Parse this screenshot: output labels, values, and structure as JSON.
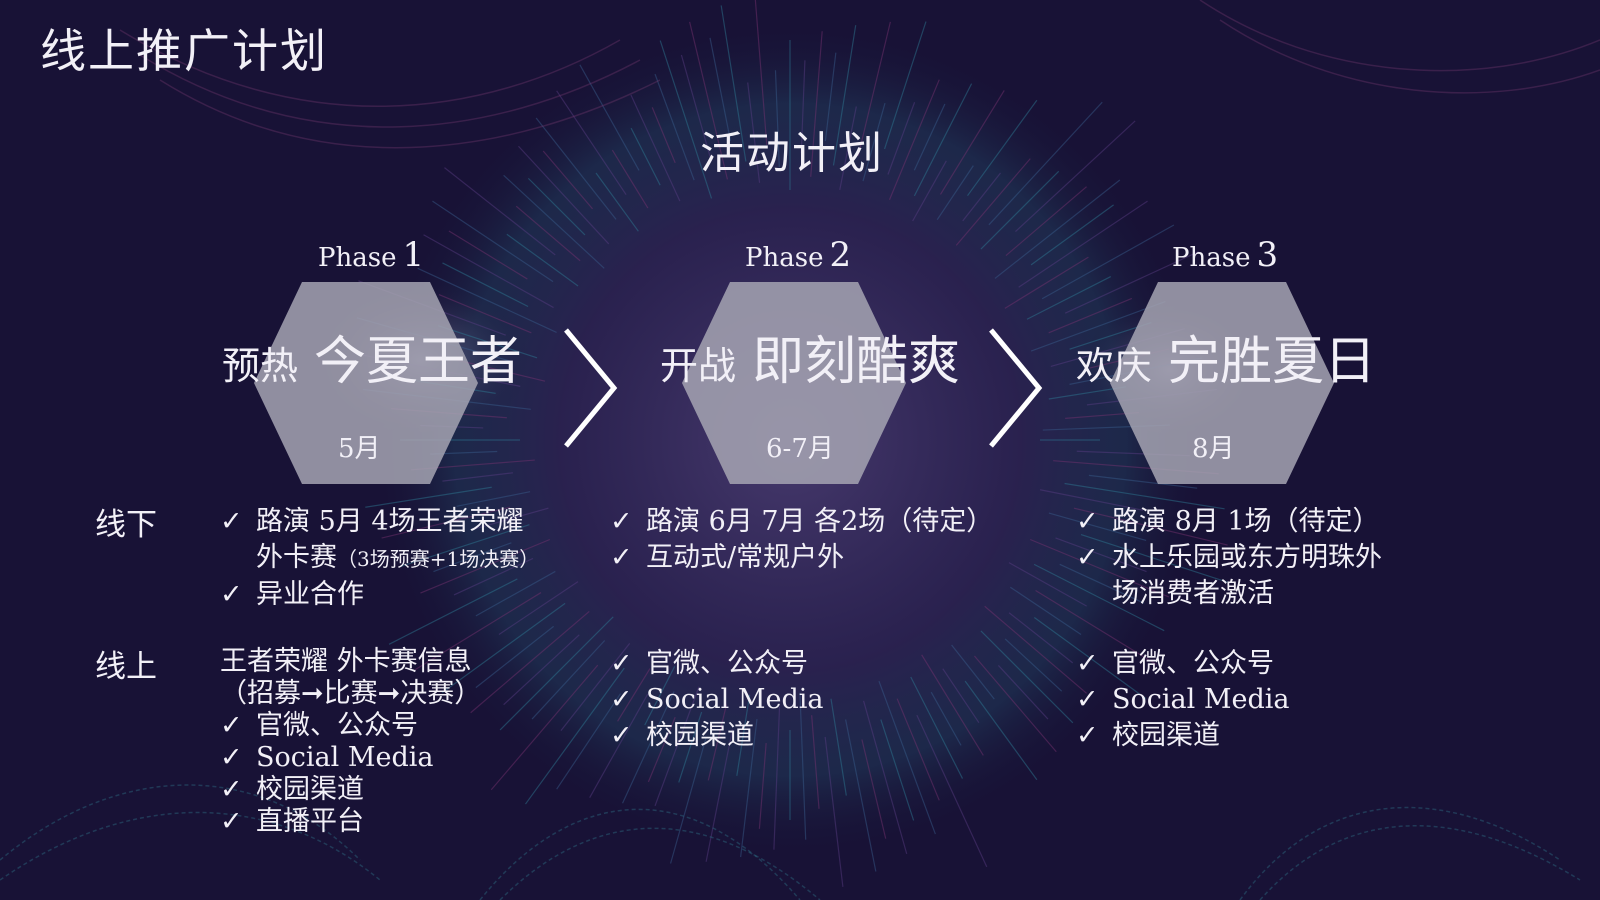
{
  "slide_title": "线上推广计划",
  "section_title": "活动计划",
  "check_glyph": "✓",
  "phases": [
    {
      "phase_word": "Phase",
      "phase_num": "1",
      "stage_small": "预热",
      "stage_big": "今夏王者",
      "month": "5月"
    },
    {
      "phase_word": "Phase",
      "phase_num": "2",
      "stage_small": "开战",
      "stage_big": "即刻酷爽",
      "month": "6-7月"
    },
    {
      "phase_word": "Phase",
      "phase_num": "3",
      "stage_small": "欢庆",
      "stage_big": "完胜夏日",
      "month": "8月"
    }
  ],
  "row_labels": {
    "offline": "线下",
    "online": "线上"
  },
  "offline": {
    "p1": {
      "item1_line1": "路演 5月 4场王者荣耀",
      "item1_line2": "外卡赛",
      "item1_note": "（3场预赛+1场决赛）",
      "item2": "异业合作"
    },
    "p2": {
      "item1": "路演 6月 7月 各2场（待定）",
      "item2": "互动式/常规户外"
    },
    "p3": {
      "item1": "路演 8月 1场（待定）",
      "item2_line1": "水上乐园或东方明珠外",
      "item2_line2": "场消费者激活"
    }
  },
  "online": {
    "p1": {
      "intro_line1": "王者荣耀 外卡赛信息",
      "intro_line2": "（招募➞比赛➞决赛）",
      "items": [
        "官微、公众号",
        "Social Media",
        "校园渠道",
        "直播平台"
      ]
    },
    "p2": {
      "items": [
        "官微、公众号",
        "Social Media",
        "校园渠道"
      ]
    },
    "p3": {
      "items": [
        "官微、公众号",
        "Social Media",
        "校园渠道"
      ]
    }
  },
  "colors": {
    "background": "#181236",
    "hexagon": "#a6a4b3",
    "text": "#f2f0f7"
  }
}
